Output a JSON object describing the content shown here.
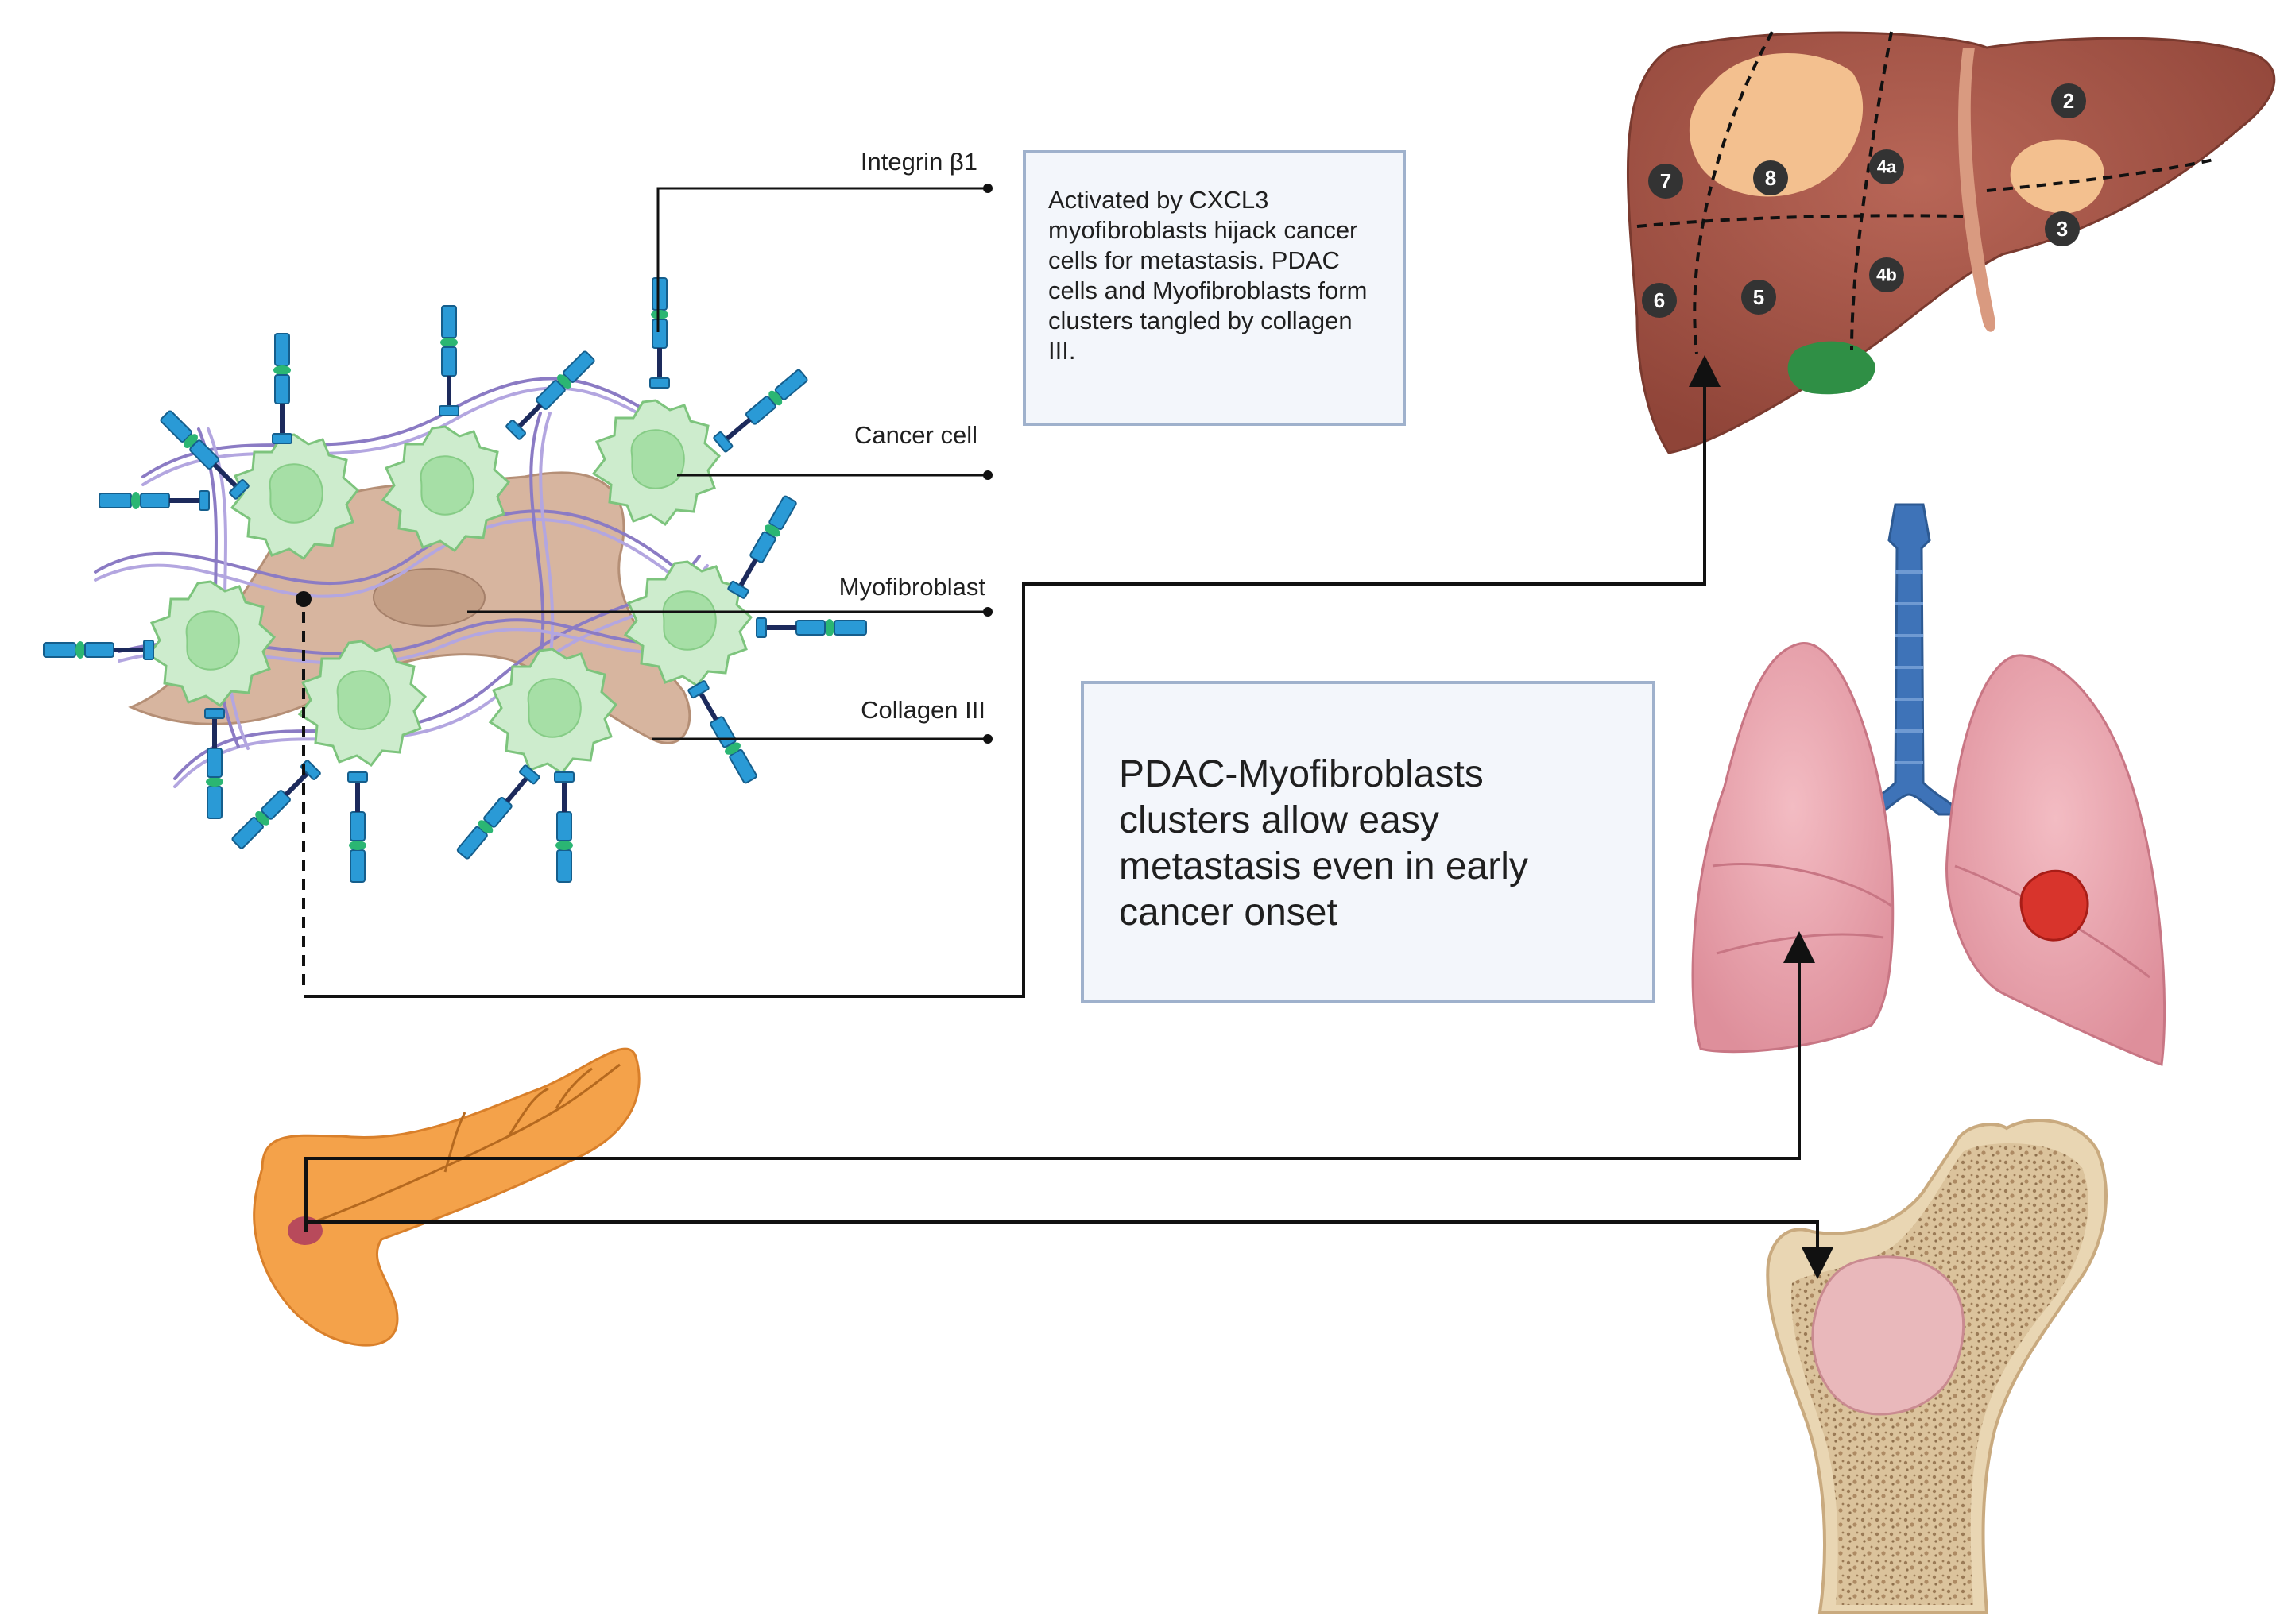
{
  "callouts": {
    "integrin": "Integrin β1",
    "cancer_cell": "Cancer cell",
    "myofibroblast": "Myofibroblast",
    "collagen": "Collagen III"
  },
  "boxes": {
    "mechanism": "Activated by CXCL3 myofibroblasts hijack cancer cells for metastasis. PDAC cells and Myofibroblasts form clusters tangled by collagen III.",
    "summary": "PDAC-Myofibroblasts clusters allow easy metastasis even in early cancer onset"
  },
  "liver_segments": [
    "7",
    "8",
    "4a",
    "2",
    "3",
    "6",
    "5",
    "4b"
  ],
  "colors": {
    "cell_fill": "#cdeccd",
    "cell_nucleus": "#9edc9e",
    "myofibroblast": "#d9b39b",
    "integrin_blue": "#2a9ad6",
    "integrin_green": "#2bb673",
    "collagen": "#8b7bc4",
    "liver": "#a9584a",
    "lung": "#ecaab3",
    "trachea": "#3e73b8",
    "pancreas": "#f4a24a",
    "bone": "#e9d6b3",
    "tumor_pink": "#e9b8bb",
    "box_border": "#9fb1cc"
  }
}
